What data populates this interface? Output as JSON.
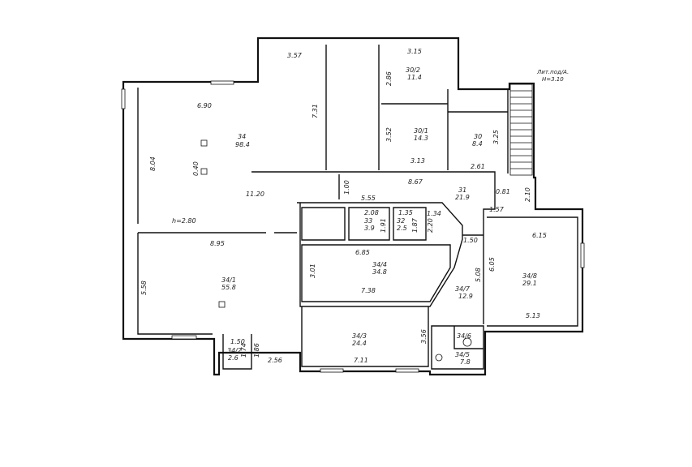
{
  "header": {
    "lit": "Лит.под/А.",
    "height": "H=3.10"
  },
  "rooms": [
    {
      "num": "34",
      "area": "98.4"
    },
    {
      "num": "34/1",
      "area": "55.8"
    },
    {
      "num": "34/2",
      "area": "2.6"
    },
    {
      "num": "34/3",
      "area": "24.4"
    },
    {
      "num": "34/4",
      "area": "34.8"
    },
    {
      "num": "34/5",
      "area": "7.8"
    },
    {
      "num": "34/6",
      "area": ""
    },
    {
      "num": "34/7",
      "area": "12.9"
    },
    {
      "num": "34/8",
      "area": "29.1"
    },
    {
      "num": "33",
      "area": "3.9"
    },
    {
      "num": "32",
      "area": "2.5"
    },
    {
      "num": "31",
      "area": "21.9"
    },
    {
      "num": "30",
      "area": "8.4"
    },
    {
      "num": "30/1",
      "area": "14.3"
    },
    {
      "num": "30/2",
      "area": "11.4"
    }
  ],
  "dimensions": [
    "3.57",
    "7.31",
    "6.90",
    "8.04",
    "0.40",
    "11.20",
    "h=2.80",
    "8.95",
    "5.58",
    "1.50",
    "1.74",
    "1.86",
    "2.56",
    "3.15",
    "2.86",
    "3.52",
    "3.13",
    "3.25",
    "2.61",
    "8.67",
    "1.00",
    "5.55",
    "2.08",
    "1.35",
    "1.91",
    "1.87",
    "1.34",
    "2.20",
    "6.85",
    "3.01",
    "7.38",
    "0.81",
    "2.10",
    "1.57",
    "1.50",
    "6.15",
    "6.05",
    "5.08",
    "5.13",
    "3.56",
    "7.11"
  ]
}
